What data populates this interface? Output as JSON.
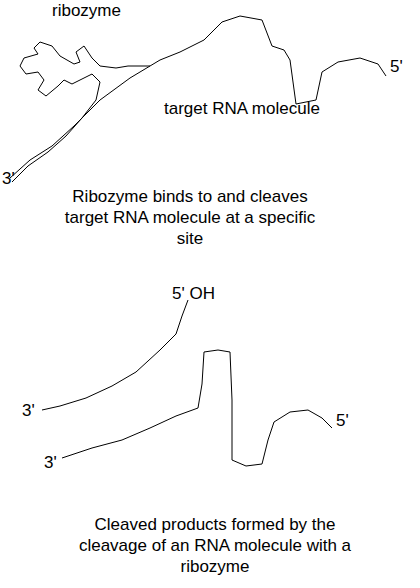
{
  "diagram": {
    "labels": [
      "ribozyme",
      "5'",
      "target RNA molecule",
      "3'",
      "Ribozyme binds to and cleaves target RNA molecule at a specific site",
      "5' OH",
      "3'",
      "3'",
      "5'",
      "Cleaved products formed by the cleavage of an RNA molecule with a ribozyme"
    ]
  }
}
